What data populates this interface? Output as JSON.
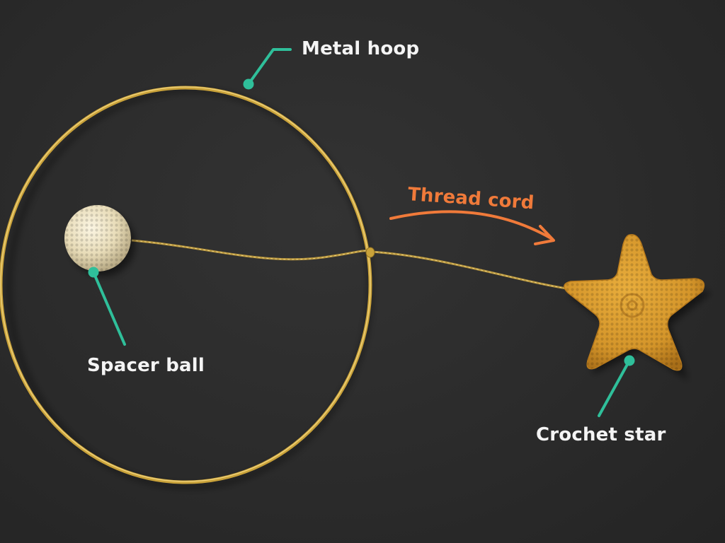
{
  "annotations": {
    "hoop": {
      "label": "Metal hoop",
      "icon": "leader-line-dot"
    },
    "ball": {
      "label": "Spacer ball",
      "icon": "leader-line-dot"
    },
    "star": {
      "label": "Crochet star",
      "icon": "leader-line-dot"
    },
    "cord": {
      "label": "Thread cord",
      "icon": "curved-arrow"
    }
  },
  "colors": {
    "background": "#2b2b2b",
    "leader": "#2fbf9a",
    "arrow": "#f07a3a",
    "label_text": "#f4f4f4",
    "hoop": "#d9b445",
    "ball": "#ece2c2",
    "star": "#d99a2b",
    "cord": "#c9a84a"
  }
}
